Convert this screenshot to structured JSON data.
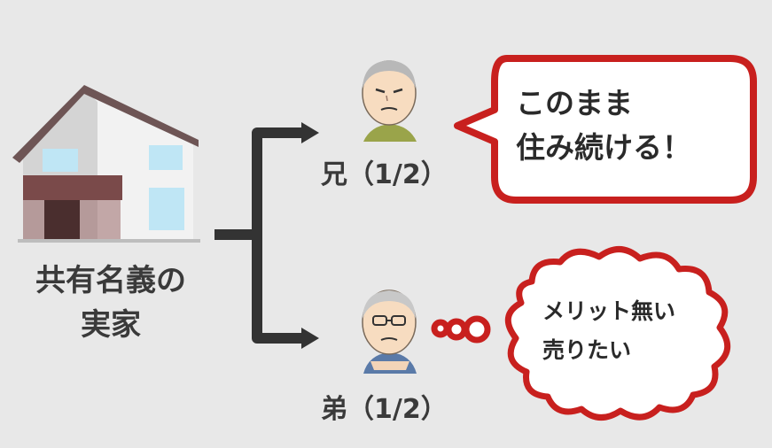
{
  "house": {
    "label_line1": "共有名義の",
    "label_line2": "実家"
  },
  "brother": {
    "label": "兄（1/2）",
    "speech_line1": "このまま",
    "speech_line2": "住み続ける！"
  },
  "younger_brother": {
    "label": "弟（1/2）",
    "thought_line1": "メリット無い",
    "thought_line2": "売りたい"
  },
  "colors": {
    "background": "#e8e8e8",
    "accent_red": "#c8201e",
    "arrow": "#333333",
    "text": "#3a3a3a"
  }
}
